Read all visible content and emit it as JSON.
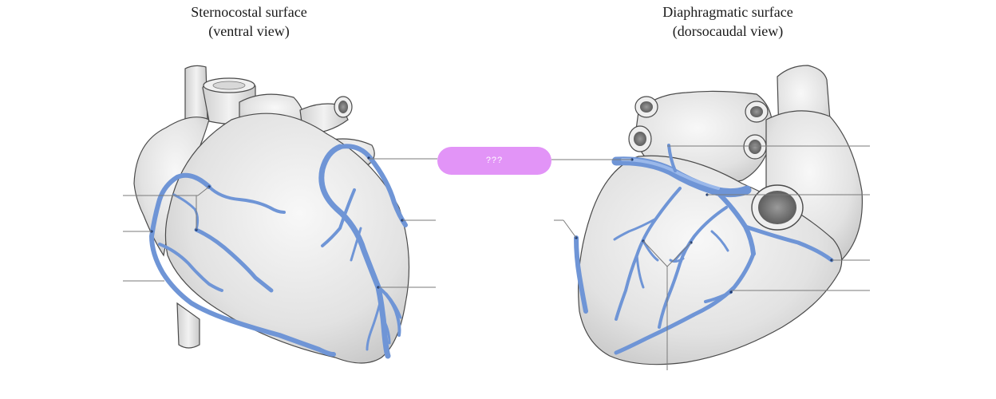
{
  "panels": {
    "left": {
      "title_line1": "Sternocostal surface",
      "title_line2": "(ventral view)"
    },
    "right": {
      "title_line1": "Diaphragmatic surface",
      "title_line2": "(dorsocaudal view)"
    }
  },
  "answer_label": {
    "text": "???",
    "fill_color": "#e294f7"
  },
  "colors": {
    "vessel": "#6f95d6",
    "heart_tissue": "#e6e6e6",
    "outline": "#4a4a4a"
  }
}
